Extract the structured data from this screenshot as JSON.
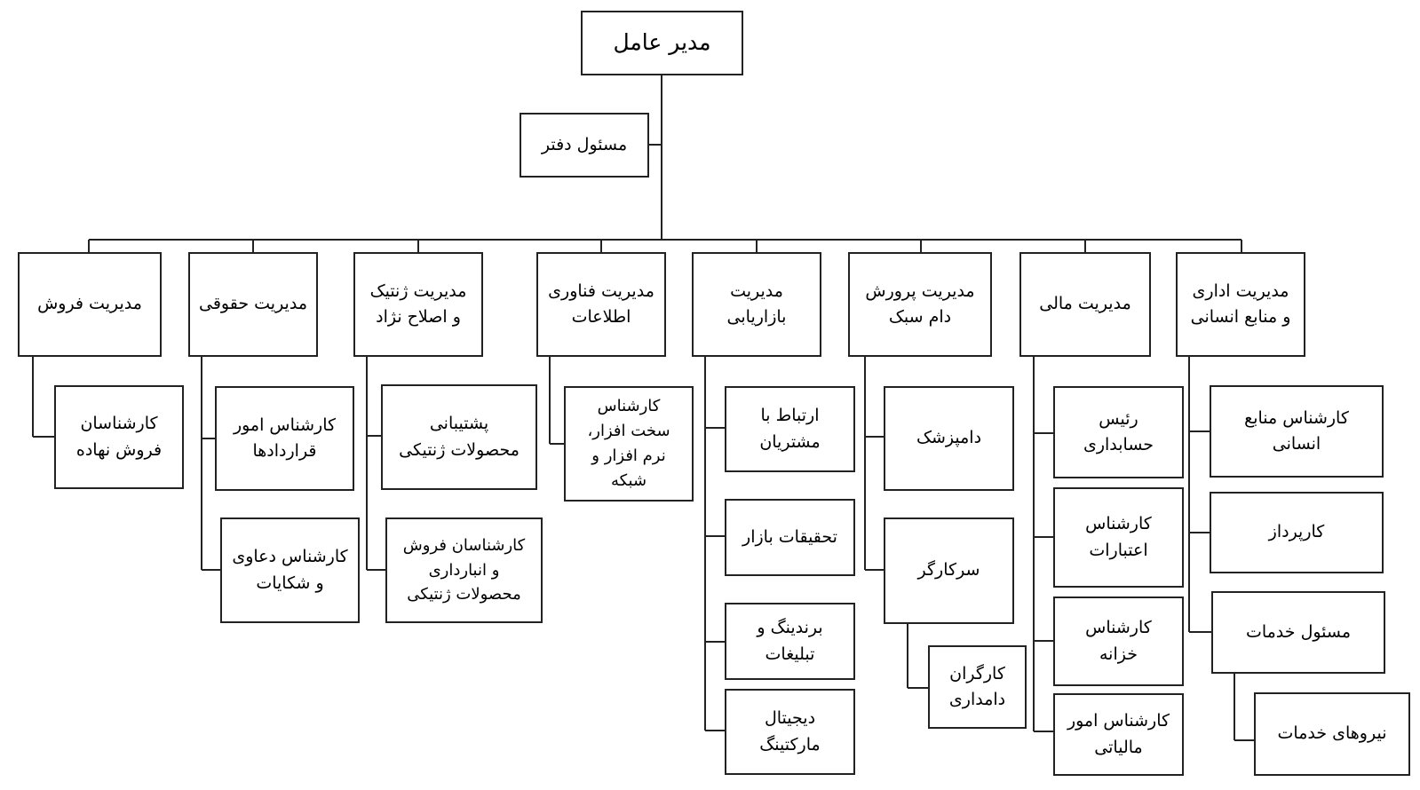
{
  "org_chart": {
    "ceo": "مدیر عامل",
    "office": "مسئول دفتر",
    "departments": [
      {
        "title": "مدیریت فروش",
        "staff": [
          "کارشناسان\nفروش نهاده"
        ]
      },
      {
        "title": "مدیریت حقوقی",
        "staff": [
          "کارشناس امور\nقراردادها",
          "کارشناس دعاوی\nو شکایات"
        ]
      },
      {
        "title": "مدیریت ژنتیک\nو اصلاح نژاد",
        "staff": [
          "پشتیبانی\nمحصولات ژنتیکی",
          "کارشناسان فروش\nو انبارداری\nمحصولات ژنتیکی"
        ]
      },
      {
        "title": "مدیریت فناوری\nاطلاعات",
        "staff": [
          "کارشناس\nسخت افزار،\nنرم افزار و\nشبکه"
        ]
      },
      {
        "title": "مدیریت\nبازاریابی",
        "staff": [
          "ارتباط با\nمشتریان",
          "تحقیقات بازار",
          "برندینگ و\nتبلیغات",
          "دیجیتال\nمارکتینگ"
        ]
      },
      {
        "title": "مدیریت پرورش\nدام سبک",
        "staff": [
          "دامپزشک",
          "سرکارگر"
        ],
        "sub_staff": [
          "کارگران\nدامداری"
        ]
      },
      {
        "title": "مدیریت مالی",
        "staff": [
          "رئیس\nحسابداری",
          "کارشناس\nاعتبارات",
          "کارشناس\nخزانه",
          "کارشناس امور\nمالیاتی"
        ]
      },
      {
        "title": "مدیریت اداری\nو منابع انسانی",
        "staff": [
          "کارشناس منابع\nانسانی",
          "کارپرداز",
          "مسئول خدمات"
        ],
        "sub_staff": [
          "نیروهای خدمات"
        ]
      }
    ]
  }
}
